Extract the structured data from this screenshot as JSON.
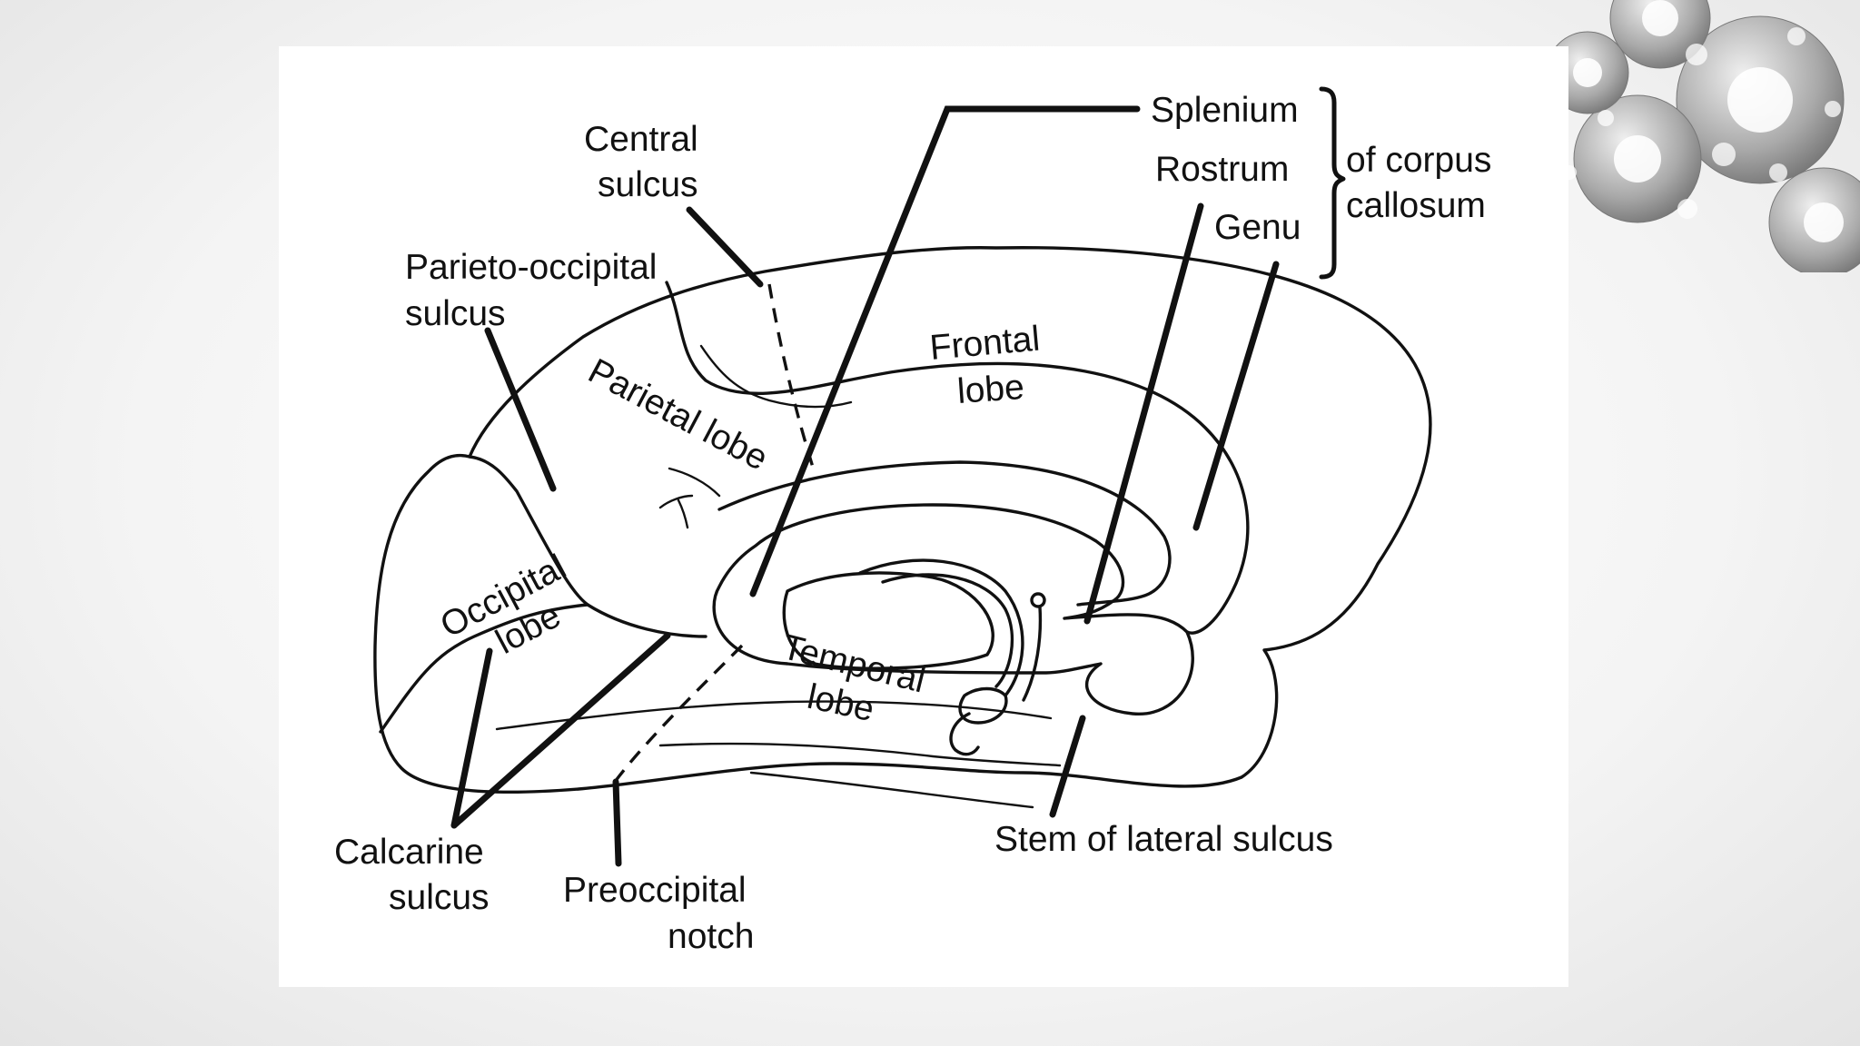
{
  "labels": {
    "central_sulcus_1": "Central",
    "central_sulcus_2": "sulcus",
    "parieto_occipital_1": "Parieto-occipital",
    "parieto_occipital_2": "sulcus",
    "splenium": "Splenium",
    "rostrum": "Rostrum",
    "genu": "Genu",
    "corpus_1": "of corpus",
    "corpus_2": "callosum",
    "frontal_1": "Frontal",
    "frontal_2": "lobe",
    "parietal": "Parietal lobe",
    "occipital_1": "Occipital",
    "occipital_2": "lobe",
    "temporal_1": "Temporal",
    "temporal_2": "lobe",
    "calcarine_1": "Calcarine",
    "calcarine_2": "sulcus",
    "preoccipital_1": "Preoccipital",
    "preoccipital_2": "notch",
    "lateral_sulcus": "Stem of lateral sulcus"
  },
  "colors": {
    "ink": "#111111",
    "panel": "#ffffff",
    "background": "#f2f2f2",
    "gear": "#8e8e8e"
  },
  "decor": {
    "corner_graphic": "gears-icon"
  }
}
